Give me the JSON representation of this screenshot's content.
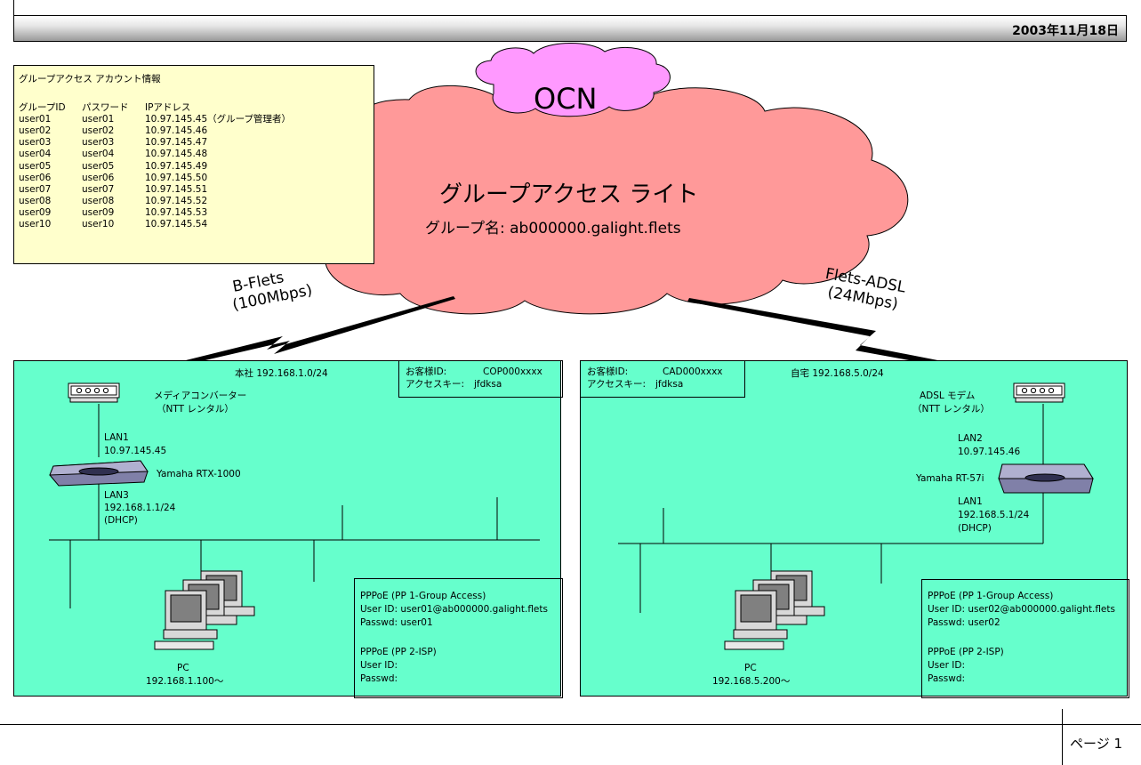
{
  "header": {
    "date": "2003年11月18日"
  },
  "footer": {
    "page": "ページ 1"
  },
  "account_table": {
    "title": "グループアクセス アカウント情報",
    "columns": [
      "グループID",
      "パスワード",
      "IPアドレス"
    ],
    "rows": [
      [
        "user01",
        "user01",
        "10.97.145.45（グループ管理者）"
      ],
      [
        "user02",
        "user02",
        "10.97.145.46"
      ],
      [
        "user03",
        "user03",
        "10.97.145.47"
      ],
      [
        "user04",
        "user04",
        "10.97.145.48"
      ],
      [
        "user05",
        "user05",
        "10.97.145.49"
      ],
      [
        "user06",
        "user06",
        "10.97.145.50"
      ],
      [
        "user07",
        "user07",
        "10.97.145.51"
      ],
      [
        "user08",
        "user08",
        "10.97.145.52"
      ],
      [
        "user09",
        "user09",
        "10.97.145.53"
      ],
      [
        "user10",
        "user10",
        "10.97.145.54"
      ]
    ]
  },
  "cloud": {
    "ocn_label": "OCN",
    "service_title": "グループアクセス ライト",
    "group_name": "グループ名: ab000000.galight.flets"
  },
  "links": {
    "left": {
      "line1": "B-Flets",
      "line2": "(100Mbps)"
    },
    "right": {
      "line1": "Flets-ADSL",
      "line2": "(24Mbps)"
    }
  },
  "left_site": {
    "title": "本社  192.168.1.0/24",
    "customer_id_label": "お客様ID:",
    "customer_id": "COP000xxxx",
    "access_key_label": "アクセスキー:",
    "access_key": "jfdksa",
    "modem_name": "メディアコンバーター",
    "modem_note": "（NTT レンタル）",
    "wan_port": "LAN1",
    "wan_ip": "10.97.145.45",
    "router_name": "Yamaha RTX-1000",
    "lan_port": "LAN3",
    "lan_ip": "192.168.1.1/24",
    "lan_dhcp": "(DHCP)",
    "pc_label": "PC",
    "pc_ip": "192.168.1.100～",
    "pppoe1_title": "PPPoE (PP 1-Group Access)",
    "pppoe1_user": "User ID: user01@ab000000.galight.flets",
    "pppoe1_pass": "Passwd: user01",
    "pppoe2_title": "PPPoE (PP 2-ISP)",
    "pppoe2_user": "User ID:",
    "pppoe2_pass": "Passwd:"
  },
  "right_site": {
    "title": "自宅  192.168.5.0/24",
    "customer_id_label": "お客様ID:",
    "customer_id": "CAD000xxxx",
    "access_key_label": "アクセスキー:",
    "access_key": "jfdksa",
    "modem_name": "ADSL モデム",
    "modem_note": "（NTT レンタル）",
    "wan_port": "LAN2",
    "wan_ip": "10.97.145.46",
    "router_name": "Yamaha RT-57i",
    "lan_port": "LAN1",
    "lan_ip": "192.168.5.1/24",
    "lan_dhcp": "(DHCP)",
    "pc_label": "PC",
    "pc_ip": "192.168.5.200～",
    "pppoe1_title": "PPPoE (PP 1-Group Access)",
    "pppoe1_user": "User ID: user02@ab000000.galight.flets",
    "pppoe1_pass": "Passwd: user02",
    "pppoe2_title": "PPPoE (PP 2-ISP)",
    "pppoe2_user": "User ID:",
    "pppoe2_pass": "Passwd:"
  },
  "colors": {
    "cloud": "#ff9999",
    "ocn_bubble": "#ff99ff",
    "site_zone": "#66ffcc",
    "account_box": "#ffffcc"
  }
}
